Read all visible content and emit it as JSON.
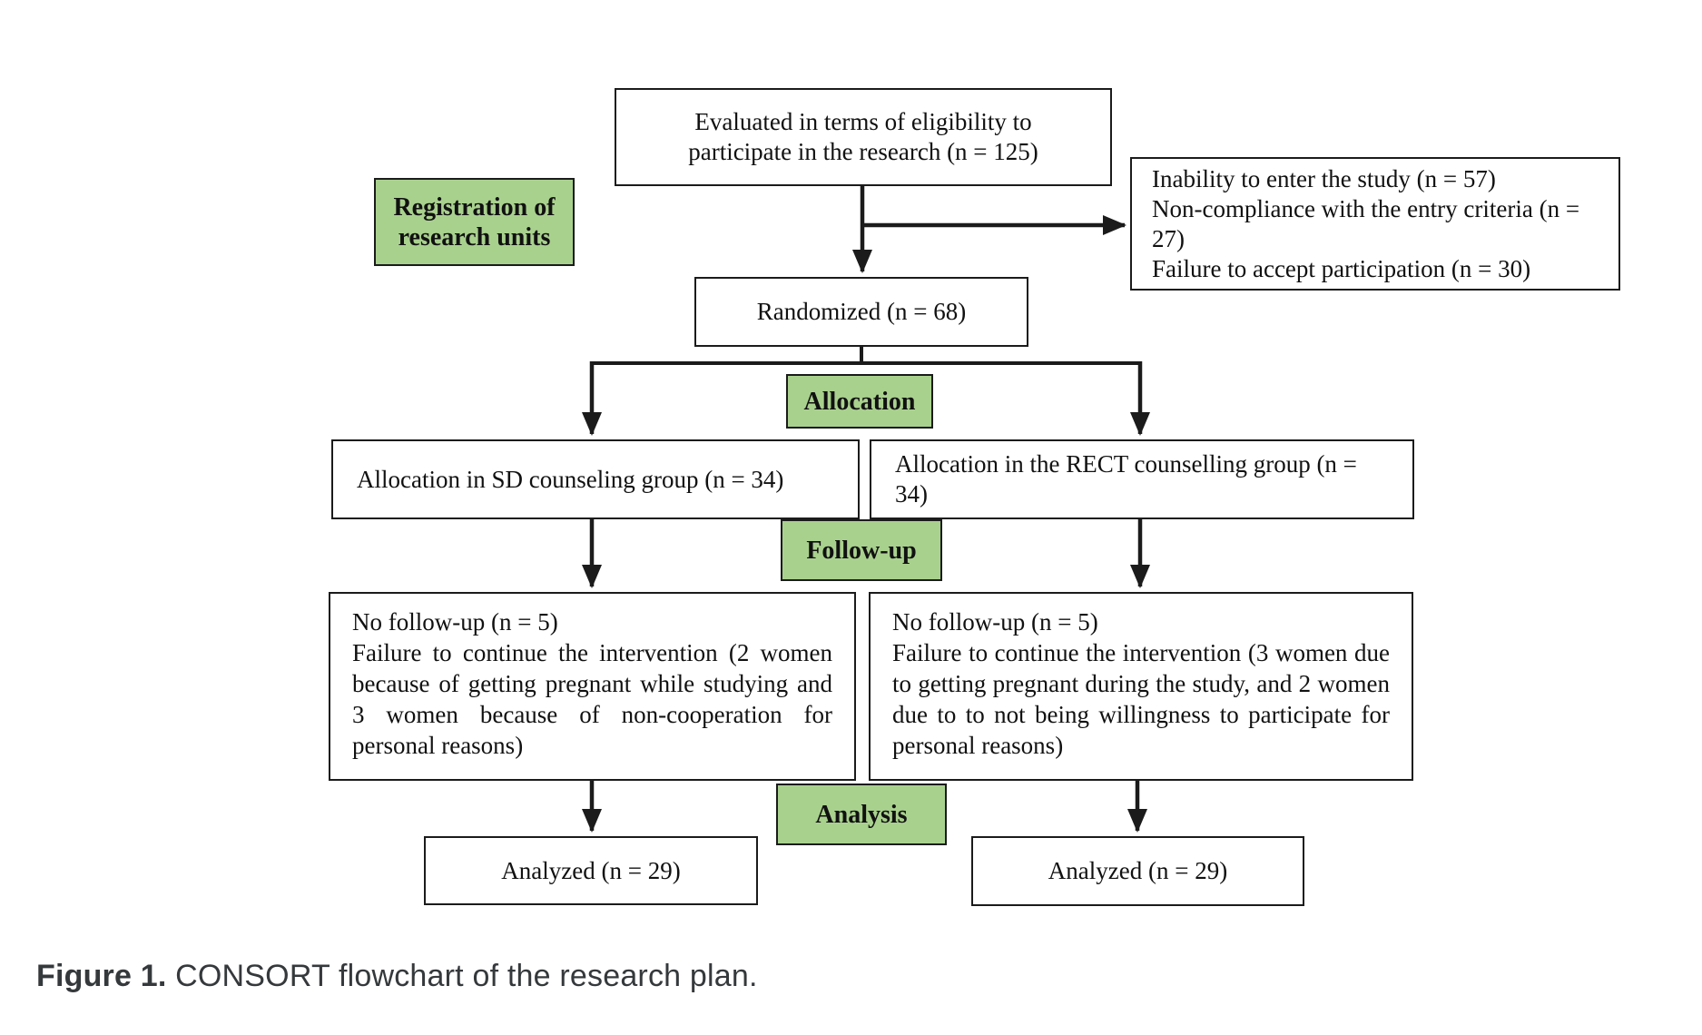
{
  "figure_caption": {
    "label": "Figure 1.",
    "text": " CONSORT flowchart of the research plan."
  },
  "colors": {
    "stage_label_fill": "#a9d18e",
    "box_border": "#1b1b1b",
    "arrow": "#1b1b1b"
  },
  "flowchart": {
    "evaluated": {
      "text": "Evaluated in terms of eligibility to participate in the research (n = 125)"
    },
    "registration": {
      "label": "Registration of research units"
    },
    "exclusion": {
      "lines": [
        "Inability to enter the study (n = 57)",
        "Non-compliance with the entry criteria (n = 27)",
        "Failure to accept participation (n = 30)"
      ]
    },
    "randomized": {
      "text": "Randomized (n = 68)"
    },
    "stage_allocation": {
      "label": "Allocation"
    },
    "alloc_sd": {
      "text": "Allocation in SD counseling group (n = 34)"
    },
    "alloc_rect": {
      "text": "Allocation in the RECT counselling group (n = 34)"
    },
    "stage_followup": {
      "label": "Follow-up"
    },
    "followup_sd": {
      "line1": "No follow-up (n = 5)",
      "line2": "Failure to continue the intervention (2 women because of getting pregnant while studying and 3 women because of non-cooperation for personal reasons)"
    },
    "followup_rect": {
      "line1": "No follow-up (n = 5)",
      "line2": "Failure to continue the intervention (3 women due to getting pregnant during the study, and 2 women due to to not being willingness to participate for personal reasons)"
    },
    "stage_analysis": {
      "label": "Analysis"
    },
    "analyzed_sd": {
      "text": "Analyzed (n = 29)"
    },
    "analyzed_rect": {
      "text": "Analyzed (n = 29)"
    }
  }
}
